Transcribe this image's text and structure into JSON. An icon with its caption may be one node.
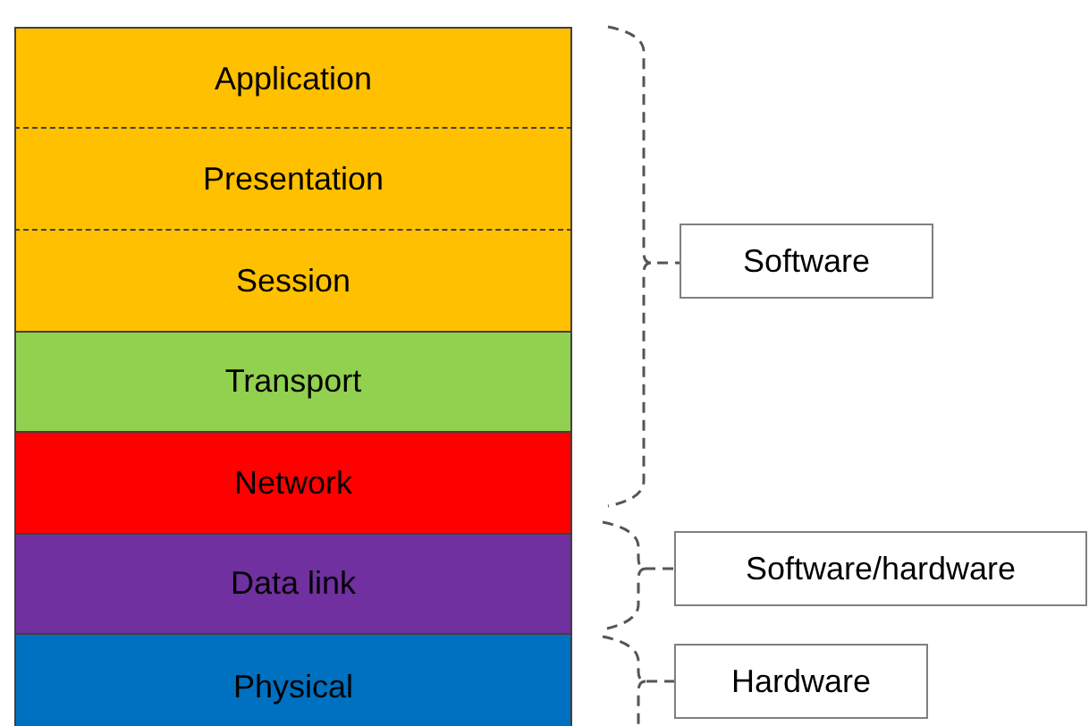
{
  "diagram": {
    "nodes": [
      {
        "text": [
          "Application"
        ]
      },
      {
        "text": [
          "Presentation"
        ]
      },
      {
        "text": [
          "Session"
        ]
      },
      {
        "text": [
          "Transport"
        ]
      },
      {
        "text": [
          "Network"
        ]
      },
      {
        "text": [
          "Data link"
        ]
      },
      {
        "text": [
          "Physical"
        ]
      },
      {
        "text": [
          "Software"
        ]
      },
      {
        "text": [
          "Software/hardware"
        ]
      },
      {
        "text": [
          "Hardware"
        ]
      }
    ]
  }
}
